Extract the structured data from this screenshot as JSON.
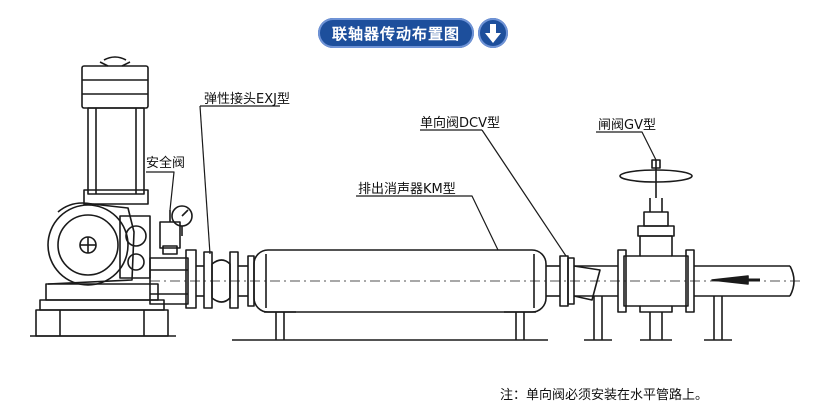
{
  "header": {
    "title": "联轴器传动布置图",
    "button_icon": "arrow-down-icon"
  },
  "labels": {
    "safety_valve": "安全阀",
    "elastic_joint": "弹性接头EXJ型",
    "exhaust_silencer": "排出消声器KM型",
    "check_valve": "单向阀DCV型",
    "gate_valve": "闸阀GV型"
  },
  "note": "注：单向阀必须安装在水平管路上。",
  "colors": {
    "accent": "#1d4f9c",
    "line": "#1a1a1a"
  }
}
